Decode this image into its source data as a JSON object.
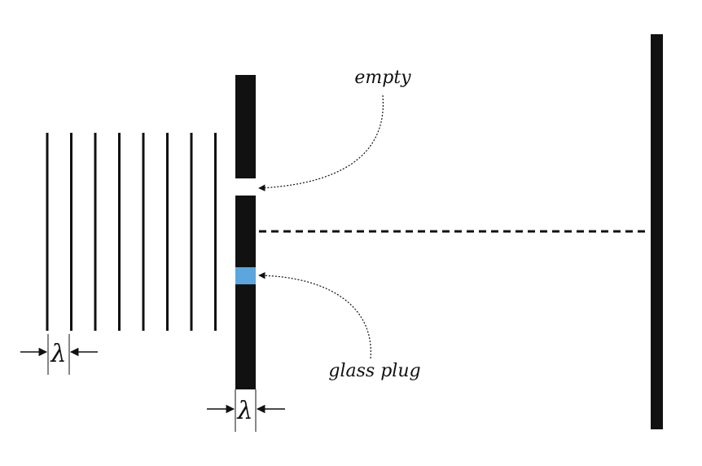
{
  "labels": {
    "empty": "empty",
    "glass_plug": "glass plug",
    "wavelength_left": "λ",
    "wavelength_bottom": "λ"
  },
  "wavefront_count": 8,
  "colors": {
    "ink": "#111111",
    "glass": "#5aa6dd",
    "background": "#ffffff"
  }
}
